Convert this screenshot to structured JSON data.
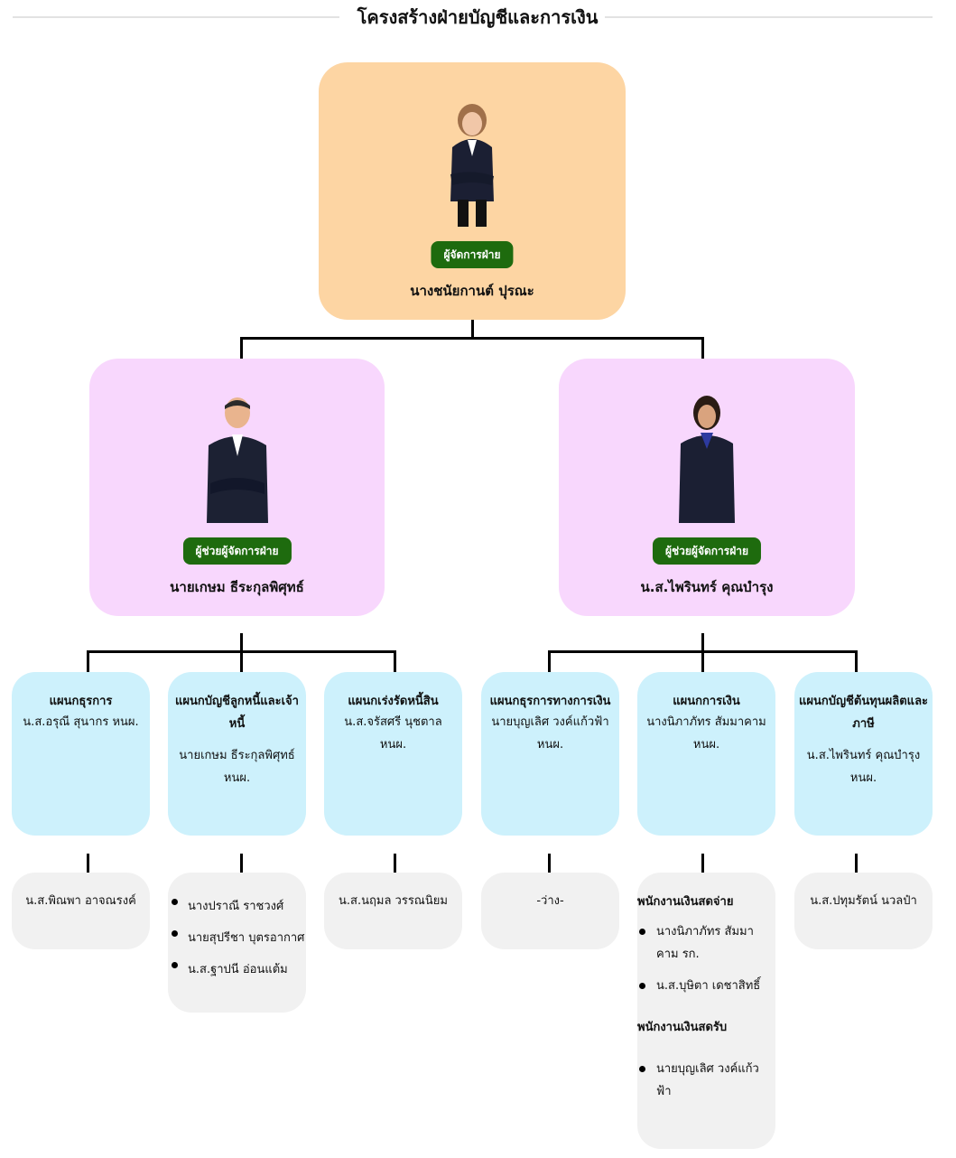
{
  "title": "โครงสร้างฝ่ายบัญชีและการเงิน",
  "manager": {
    "role": "ผู้จัดการฝ่าย",
    "name": "นางชนัยกานต์ ปุรณะ"
  },
  "assistants": [
    {
      "role": "ผู้ช่วยผู้จัดการฝ่าย",
      "name": "นายเกษม ธีระกุลพิศุทธ์"
    },
    {
      "role": "ผู้ช่วยผู้จัดการฝ่าย",
      "name": "น.ส.ไพรินทร์ คุณบำรุง"
    }
  ],
  "departments": [
    {
      "name": "แผนกธุรการ",
      "head": "น.ส.อรุณี สุนากร หนผ."
    },
    {
      "name": "แผนกบัญชีลูกหนี้และเจ้าหนี้",
      "head": "นายเกษม ธีระกุลพิศุทธ์ หนผ."
    },
    {
      "name": "แผนกเร่งรัดหนี้สิน",
      "head": "น.ส.จรัสศรี นุชตาล หนผ."
    },
    {
      "name": "แผนกธุรการทางการเงิน",
      "head": "นายบุญเลิศ วงค์แก้วฟ้า หนผ."
    },
    {
      "name": "แผนกการเงิน",
      "head": "นางนิภาภัทร สัมมาคาม หนผ."
    },
    {
      "name": "แผนกบัญชีต้นทุนผลิตและภาษี",
      "head": "น.ส.ไพรินทร์ คุณบำรุง หนผ."
    }
  ],
  "staff": {
    "admin": "น.ส.พิณพา อาจณรงค์",
    "receivable": [
      "นางปราณี ราชวงศ์",
      "นายสุปรีชา บุตรอากาศ",
      "น.ส.ฐาปนี อ่อนแต้ม"
    ],
    "collection": "น.ส.นฤมล วรรณนิยม",
    "finance_admin": "-ว่าง-",
    "finance": {
      "pay_title": "พนักงานเงินสดจ่าย",
      "pay": [
        "นางนิภาภัทร สัมมาคาม รก.",
        "น.ส.บุษิตา เดชาสิทธิ์"
      ],
      "receive_title": "พนักงานเงินสดรับ",
      "receive": [
        "นายบุญเลิศ วงค์แก้วฟ้า"
      ]
    },
    "cost": "น.ส.ปทุมรัตน์ นวลป๋า"
  },
  "colors": {
    "manager_card": "#fdd5a3",
    "assistant_card": "#f8d7fd",
    "department_card": "#cdf1fc",
    "staff_card": "#f1f1f1",
    "role_badge": "#1e6b0e"
  }
}
